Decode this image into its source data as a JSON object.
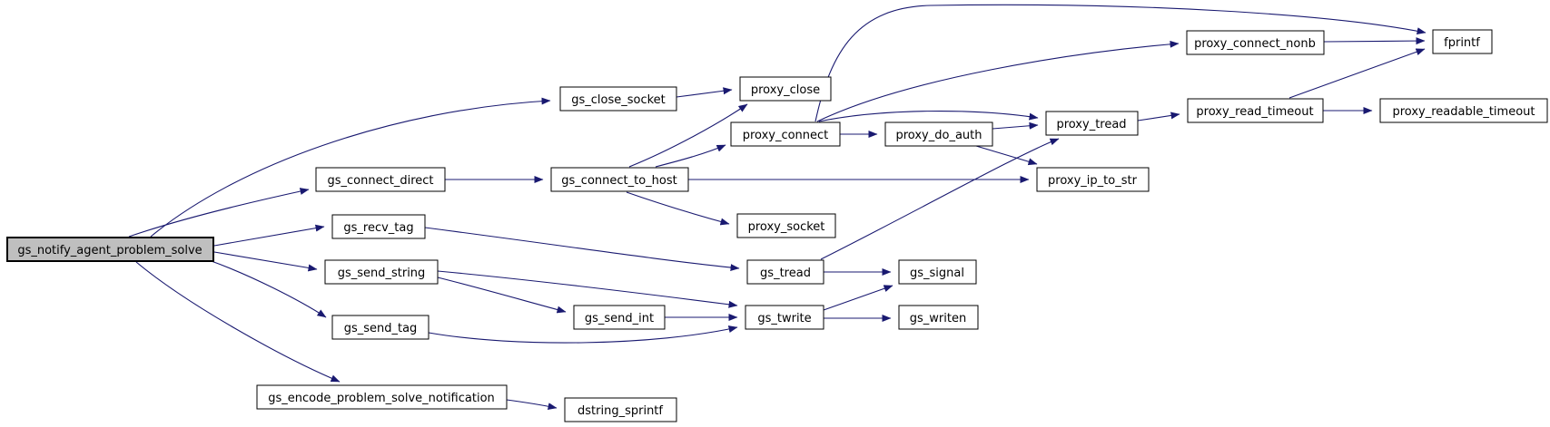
{
  "diagram_type": "doxygen-call-graph",
  "colors": {
    "background": "#ffffff",
    "edge": "#191970",
    "node_fill": "#ffffff",
    "node_border": "#000000",
    "root_fill": "#bfbfbf",
    "text": "#000000"
  },
  "nodes": {
    "gs_notify_agent_problem_solve": {
      "label": "gs_notify_agent_problem_solve",
      "role": "root"
    },
    "gs_close_socket": {
      "label": "gs_close_socket"
    },
    "proxy_close": {
      "label": "proxy_close"
    },
    "proxy_connect": {
      "label": "proxy_connect"
    },
    "proxy_do_auth": {
      "label": "proxy_do_auth"
    },
    "proxy_tread": {
      "label": "proxy_tread"
    },
    "proxy_connect_nonb": {
      "label": "proxy_connect_nonb"
    },
    "fprintf": {
      "label": "fprintf"
    },
    "proxy_read_timeout": {
      "label": "proxy_read_timeout"
    },
    "proxy_readable_timeout": {
      "label": "proxy_readable_timeout"
    },
    "gs_connect_direct": {
      "label": "gs_connect_direct"
    },
    "gs_connect_to_host": {
      "label": "gs_connect_to_host"
    },
    "proxy_ip_to_str": {
      "label": "proxy_ip_to_str"
    },
    "proxy_socket": {
      "label": "proxy_socket"
    },
    "gs_recv_tag": {
      "label": "gs_recv_tag"
    },
    "gs_send_string": {
      "label": "gs_send_string"
    },
    "gs_tread": {
      "label": "gs_tread"
    },
    "gs_signal": {
      "label": "gs_signal"
    },
    "gs_send_int": {
      "label": "gs_send_int"
    },
    "gs_twrite": {
      "label": "gs_twrite"
    },
    "gs_writen": {
      "label": "gs_writen"
    },
    "gs_send_tag": {
      "label": "gs_send_tag"
    },
    "gs_encode_problem_solve_notification": {
      "label": "gs_encode_problem_solve_notification"
    },
    "dstring_sprintf": {
      "label": "dstring_sprintf"
    }
  },
  "edges": [
    {
      "from": "gs_notify_agent_problem_solve",
      "to": "gs_close_socket"
    },
    {
      "from": "gs_notify_agent_problem_solve",
      "to": "gs_connect_direct"
    },
    {
      "from": "gs_notify_agent_problem_solve",
      "to": "gs_recv_tag"
    },
    {
      "from": "gs_notify_agent_problem_solve",
      "to": "gs_send_string"
    },
    {
      "from": "gs_notify_agent_problem_solve",
      "to": "gs_send_tag"
    },
    {
      "from": "gs_notify_agent_problem_solve",
      "to": "gs_encode_problem_solve_notification"
    },
    {
      "from": "gs_close_socket",
      "to": "proxy_close"
    },
    {
      "from": "gs_connect_direct",
      "to": "gs_connect_to_host"
    },
    {
      "from": "gs_connect_to_host",
      "to": "proxy_close"
    },
    {
      "from": "gs_connect_to_host",
      "to": "proxy_connect"
    },
    {
      "from": "gs_connect_to_host",
      "to": "proxy_ip_to_str"
    },
    {
      "from": "gs_connect_to_host",
      "to": "proxy_socket"
    },
    {
      "from": "proxy_connect",
      "to": "proxy_do_auth"
    },
    {
      "from": "proxy_connect",
      "to": "fprintf"
    },
    {
      "from": "proxy_connect",
      "to": "proxy_connect_nonb"
    },
    {
      "from": "proxy_connect",
      "to": "proxy_tread"
    },
    {
      "from": "proxy_do_auth",
      "to": "proxy_tread"
    },
    {
      "from": "proxy_do_auth",
      "to": "proxy_ip_to_str"
    },
    {
      "from": "proxy_tread",
      "to": "proxy_read_timeout"
    },
    {
      "from": "proxy_connect_nonb",
      "to": "fprintf"
    },
    {
      "from": "proxy_read_timeout",
      "to": "fprintf"
    },
    {
      "from": "proxy_read_timeout",
      "to": "proxy_readable_timeout"
    },
    {
      "from": "gs_recv_tag",
      "to": "gs_tread"
    },
    {
      "from": "gs_tread",
      "to": "gs_signal"
    },
    {
      "from": "gs_tread",
      "to": "proxy_tread"
    },
    {
      "from": "gs_send_string",
      "to": "gs_twrite"
    },
    {
      "from": "gs_send_string",
      "to": "gs_send_int"
    },
    {
      "from": "gs_send_int",
      "to": "gs_twrite"
    },
    {
      "from": "gs_send_tag",
      "to": "gs_twrite"
    },
    {
      "from": "gs_twrite",
      "to": "gs_signal"
    },
    {
      "from": "gs_twrite",
      "to": "gs_writen"
    },
    {
      "from": "gs_encode_problem_solve_notification",
      "to": "dstring_sprintf"
    }
  ]
}
